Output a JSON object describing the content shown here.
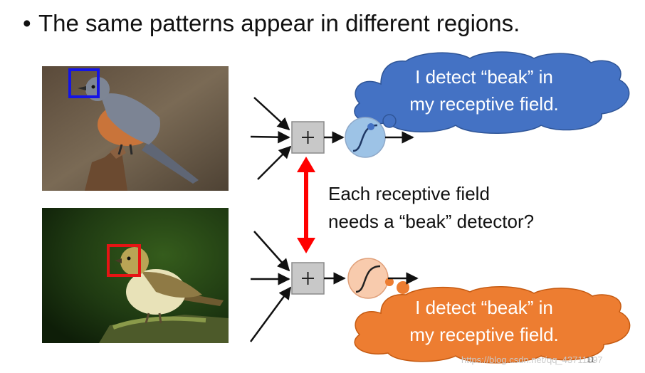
{
  "slide": {
    "title": "The same patterns appear in different regions.",
    "bullet": "•",
    "middle_text": [
      "Each receptive field",
      "needs a “beak” detector?"
    ],
    "cloud_blue_text": [
      "I detect “beak” in",
      "my receptive field."
    ],
    "cloud_orange_text": [
      "I detect “beak” in",
      "my receptive field."
    ],
    "watermark": "https://blog.csdn.net/qq_43711697",
    "page_number": "11",
    "neuron_symbol": "+"
  },
  "colors": {
    "blue_box": "#1414e6",
    "red_box": "#e61414",
    "red_arrow": "#ff0000",
    "cloud_blue": "#4472c4",
    "cloud_orange": "#ed7d31",
    "neuron_blue": "#9dc3e6",
    "neuron_orange": "#f8cbad",
    "sum_box": "#c8c8c8"
  }
}
